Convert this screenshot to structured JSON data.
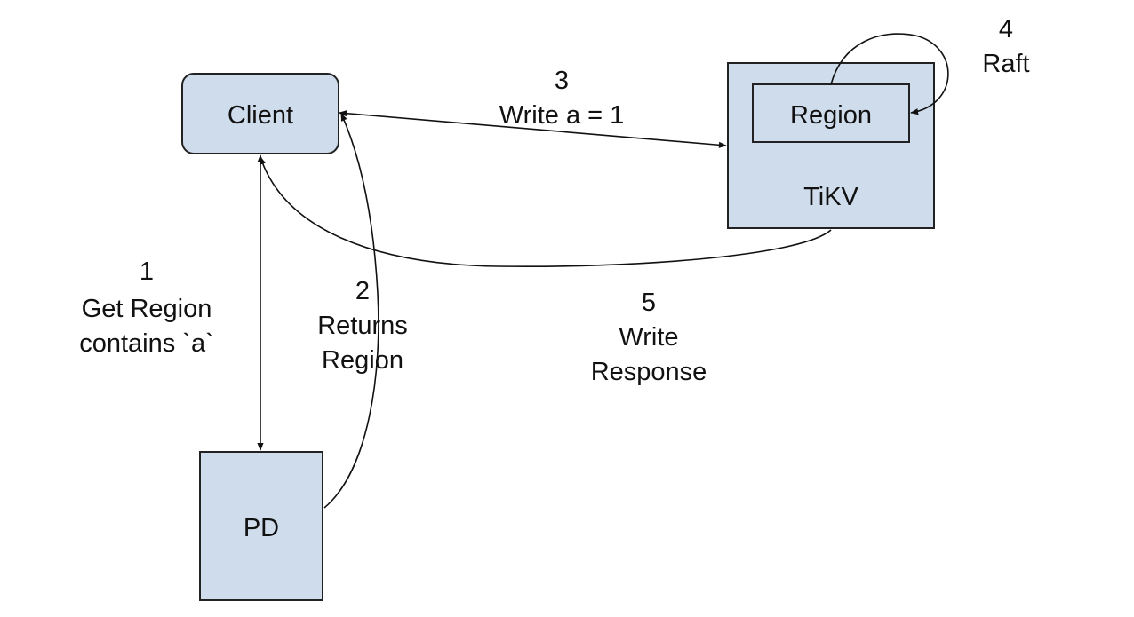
{
  "nodes": {
    "client": {
      "label": "Client"
    },
    "tikv": {
      "label": "TiKV"
    },
    "region": {
      "label": "Region"
    },
    "pd": {
      "label": "PD"
    }
  },
  "edges": {
    "step1": {
      "number": "1",
      "line1": "Get Region",
      "line2": "contains `a`"
    },
    "step2": {
      "number": "2",
      "line1": "Returns",
      "line2": "Region"
    },
    "step3": {
      "number": "3",
      "line1": "Write a = 1"
    },
    "step4": {
      "number": "4",
      "line1": "Raft"
    },
    "step5": {
      "number": "5",
      "line1": "Write",
      "line2": "Response"
    }
  },
  "colors": {
    "box_fill": "#cfdcec",
    "stroke": "#222222"
  }
}
